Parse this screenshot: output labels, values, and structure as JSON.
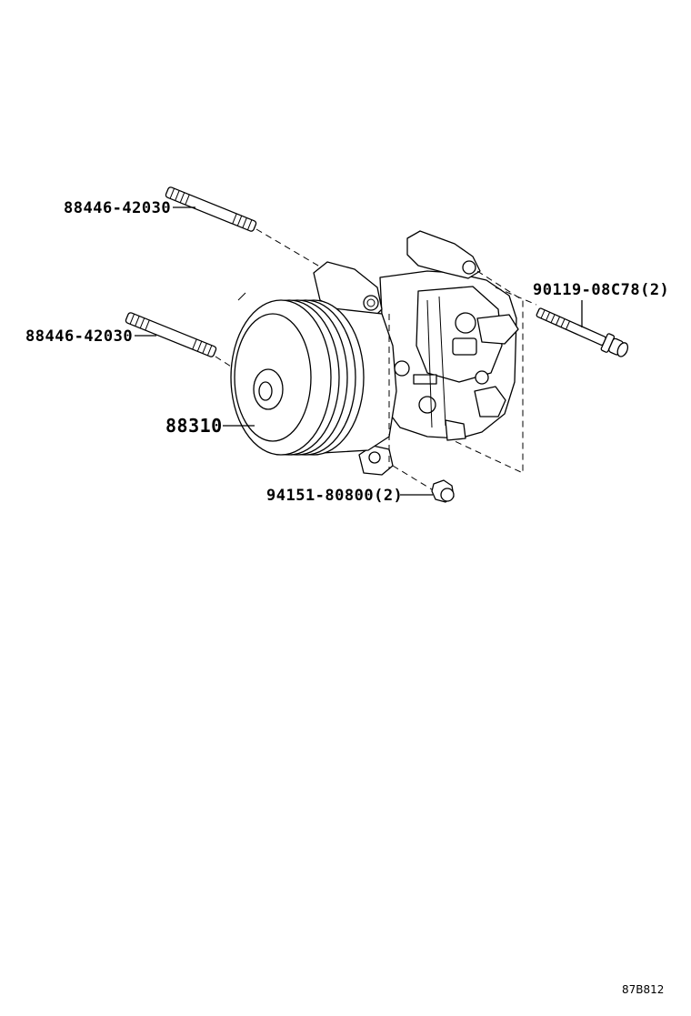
{
  "diagram": {
    "parts": [
      {
        "id": "stud-upper",
        "number": "88446-42030"
      },
      {
        "id": "stud-lower",
        "number": "88446-42030"
      },
      {
        "id": "compressor",
        "number": "88310"
      },
      {
        "id": "bolt",
        "number": "90119-08C78(2)"
      },
      {
        "id": "nut",
        "number": "94151-80800(2)"
      }
    ],
    "reference_code": "87B812"
  }
}
